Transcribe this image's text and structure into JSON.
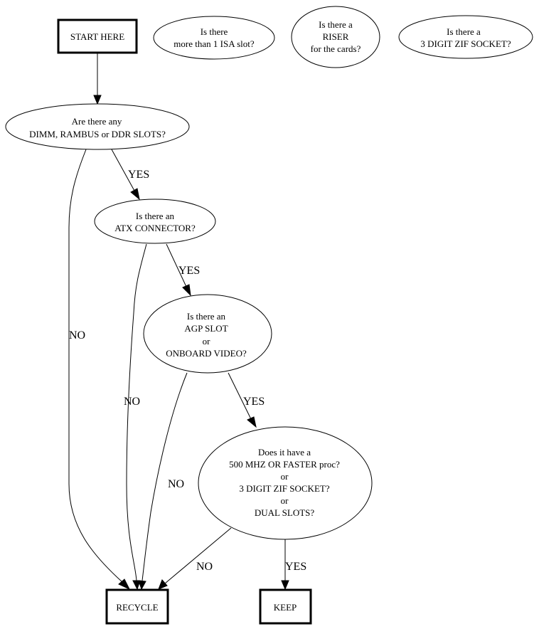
{
  "diagram": {
    "type": "flowchart",
    "nodes": {
      "start": {
        "shape": "box",
        "lines": [
          "START HERE"
        ]
      },
      "isa": {
        "shape": "ellipse",
        "lines": [
          "Is there",
          "more than 1 ISA slot?"
        ]
      },
      "riser": {
        "shape": "ellipse",
        "lines": [
          "Is there a",
          "RISER",
          "for the cards?"
        ]
      },
      "zif": {
        "shape": "ellipse",
        "lines": [
          "Is there a",
          "3 DIGIT ZIF SOCKET?"
        ]
      },
      "dimm": {
        "shape": "ellipse",
        "lines": [
          "Are there any",
          "DIMM, RAMBUS or DDR SLOTS?"
        ]
      },
      "atx": {
        "shape": "ellipse",
        "lines": [
          "Is there an",
          "ATX CONNECTOR?"
        ]
      },
      "agp": {
        "shape": "ellipse",
        "lines": [
          "Is there an",
          "AGP SLOT",
          "or",
          "ONBOARD VIDEO?"
        ]
      },
      "proc": {
        "shape": "ellipse",
        "lines": [
          "Does it have a",
          "500 MHZ OR FASTER proc?",
          "or",
          "3 DIGIT ZIF SOCKET?",
          "or",
          "DUAL SLOTS?"
        ]
      },
      "recycle": {
        "shape": "box",
        "lines": [
          "RECYCLE"
        ]
      },
      "keep": {
        "shape": "box",
        "lines": [
          "KEEP"
        ]
      }
    },
    "edges": [
      {
        "from": "start",
        "to": "dimm",
        "label": ""
      },
      {
        "from": "dimm",
        "to": "atx",
        "label": "YES"
      },
      {
        "from": "dimm",
        "to": "recycle",
        "label": "NO"
      },
      {
        "from": "atx",
        "to": "agp",
        "label": "YES"
      },
      {
        "from": "atx",
        "to": "recycle",
        "label": "NO"
      },
      {
        "from": "agp",
        "to": "proc",
        "label": "YES"
      },
      {
        "from": "agp",
        "to": "recycle",
        "label": "NO"
      },
      {
        "from": "proc",
        "to": "recycle",
        "label": "NO"
      },
      {
        "from": "proc",
        "to": "keep",
        "label": "YES"
      }
    ]
  }
}
